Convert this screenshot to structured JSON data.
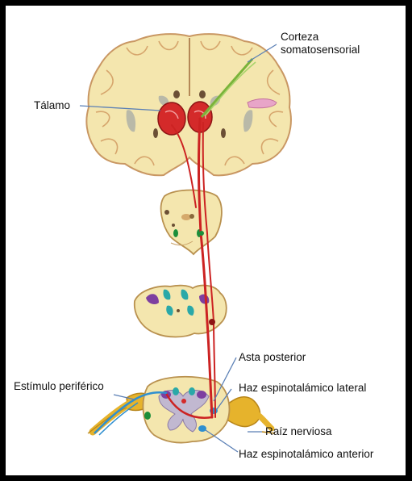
{
  "labels": {
    "cortex_line1": "Corteza",
    "cortex_line2": "somatosensorial",
    "thalamus": "Tálamo",
    "posterior_horn": "Asta posterior",
    "stimulus": "Estímulo periférico",
    "lateral_tract": "Haz espinotalámico lateral",
    "nerve_root": "Raíz nerviosa",
    "anterior_tract": "Haz espinotalámico anterior"
  },
  "colors": {
    "frame": "#000000",
    "background": "#ffffff",
    "tissue": "#f4e6ae",
    "cortex_outline": "#d9a56b",
    "thalamus": "#d42a2a",
    "pathway": "#cc2222",
    "somatosensory_tract": "#7ab33a",
    "nerve": "#e6b32c",
    "peripheral_nerve": "#2f8fd0",
    "leader_line": "#5a7fb5"
  }
}
